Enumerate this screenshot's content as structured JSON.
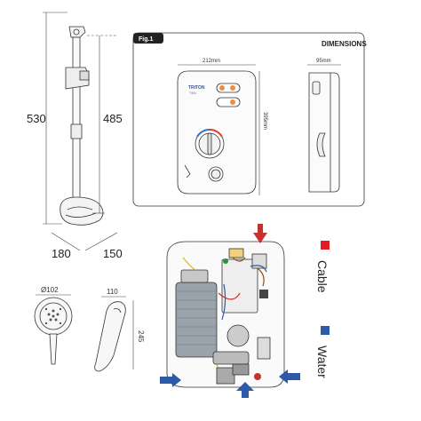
{
  "rail": {
    "height_total": "530",
    "height_rail": "485",
    "depth": "180",
    "width": "150"
  },
  "handset": {
    "diameter": "Ø102",
    "depth": "110",
    "length": "245"
  },
  "figure": {
    "tag": "Fig.1",
    "title": "DIMENSIONS",
    "width_dim": "212mm",
    "height_dim": "395mm",
    "depth_dim": "95mm",
    "brand": "TRITON",
    "model": "T80i"
  },
  "legend": {
    "cable_label": "Cable",
    "water_label": "Water",
    "cable_color": "#e31b23",
    "water_color": "#2c5aa8"
  },
  "icons": {
    "cable_arrow": "down-arrow-icon",
    "water_arrows": "water-inlet-arrow-icon"
  }
}
